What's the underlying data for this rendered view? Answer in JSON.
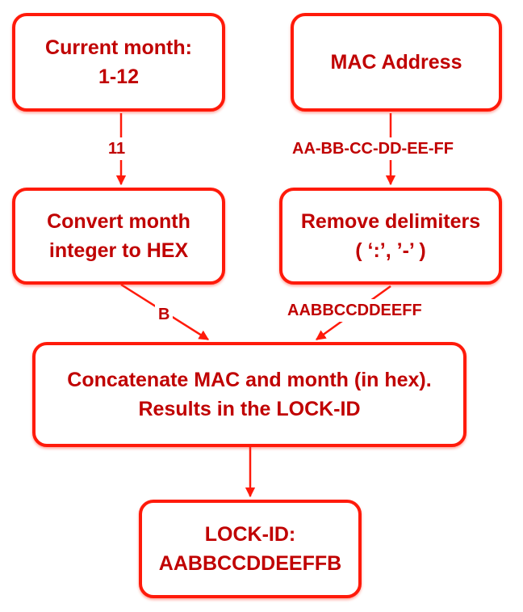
{
  "nodes": {
    "current_month": {
      "line1": "Current month:",
      "line2": "1-12"
    },
    "mac_address": {
      "line1": "MAC Address"
    },
    "convert_month": {
      "line1": "Convert month",
      "line2": "integer to HEX"
    },
    "remove_delimiters": {
      "line1": "Remove delimiters",
      "line2": "( ‘:’, ’-’ )"
    },
    "concatenate": {
      "line1": "Concatenate MAC and month (in hex).",
      "line2": "Results in the LOCK-ID"
    },
    "lock_id": {
      "line1": "LOCK-ID:",
      "line2": "AABBCCDDEEFFB"
    }
  },
  "edges": {
    "month_value": "11",
    "mac_value": "AA-BB-CC-DD-EE-FF",
    "hex_month": "B",
    "stripped_mac": "AABBCCDDEEFF"
  },
  "colors": {
    "border": "#ff1a0a",
    "text": "#c00000",
    "arrow": "#ff1a0a"
  }
}
